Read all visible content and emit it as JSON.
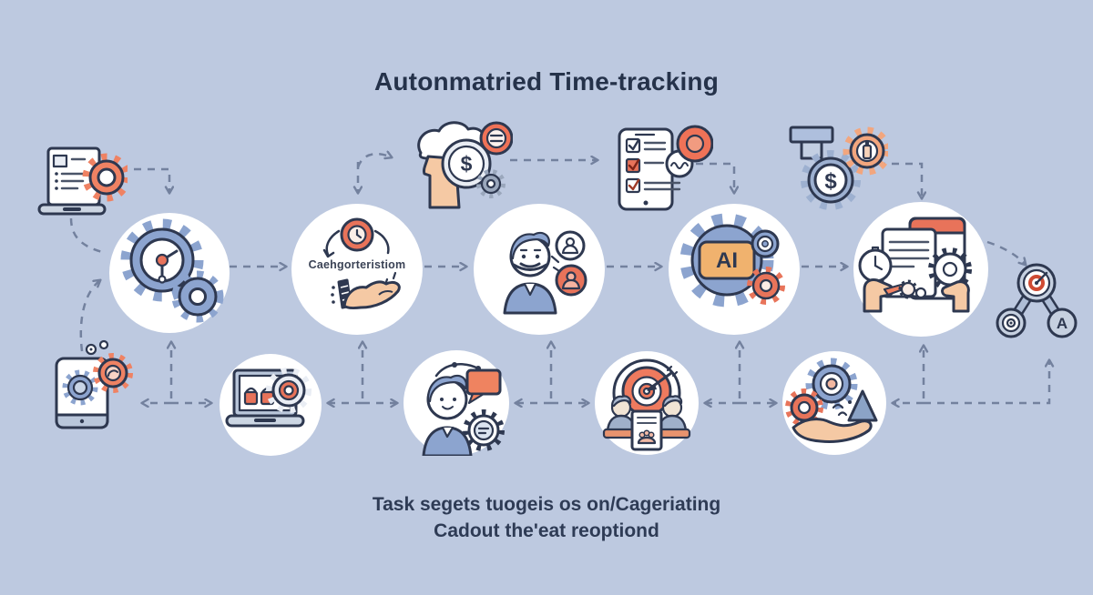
{
  "title": "Autonmatried Time-tracking",
  "caption": {
    "line1": "Task segets tuogeis os on/Cageriating",
    "line2": "Cadout the'eat reoptiond"
  },
  "labels": {
    "categorization": "Caehgorteristiom",
    "ai": "AI",
    "dollar": "$",
    "coin_dollar": "$",
    "letter_a": "A"
  },
  "colors": {
    "background": "#bdc9e0",
    "outline": "#2e3850",
    "accent_orange": "#e8735a",
    "accent_blue": "#8ca4cf",
    "skin": "#f5c9a4",
    "connector": "#73819e",
    "title_text": "#25324a",
    "node_fill": "#ffffff"
  },
  "flow": {
    "main_row": [
      {
        "icon": "gears-clock"
      },
      {
        "icon": "hand-categorization"
      },
      {
        "icon": "user-profile-badges"
      },
      {
        "icon": "ai-gear"
      },
      {
        "icon": "document-review-hands"
      }
    ],
    "bottom_row": [
      {
        "icon": "laptop-apps-gear"
      },
      {
        "icon": "user-chat-gear"
      },
      {
        "icon": "team-target"
      },
      {
        "icon": "hand-gears-cone"
      }
    ],
    "peripheral_icons": [
      {
        "icon": "laptop-document-gear"
      },
      {
        "icon": "phone-gears"
      },
      {
        "icon": "thinking-head-coin"
      },
      {
        "icon": "phone-checklist"
      },
      {
        "icon": "dollar-gears-pipe"
      },
      {
        "icon": "network-target-nodes"
      }
    ]
  }
}
